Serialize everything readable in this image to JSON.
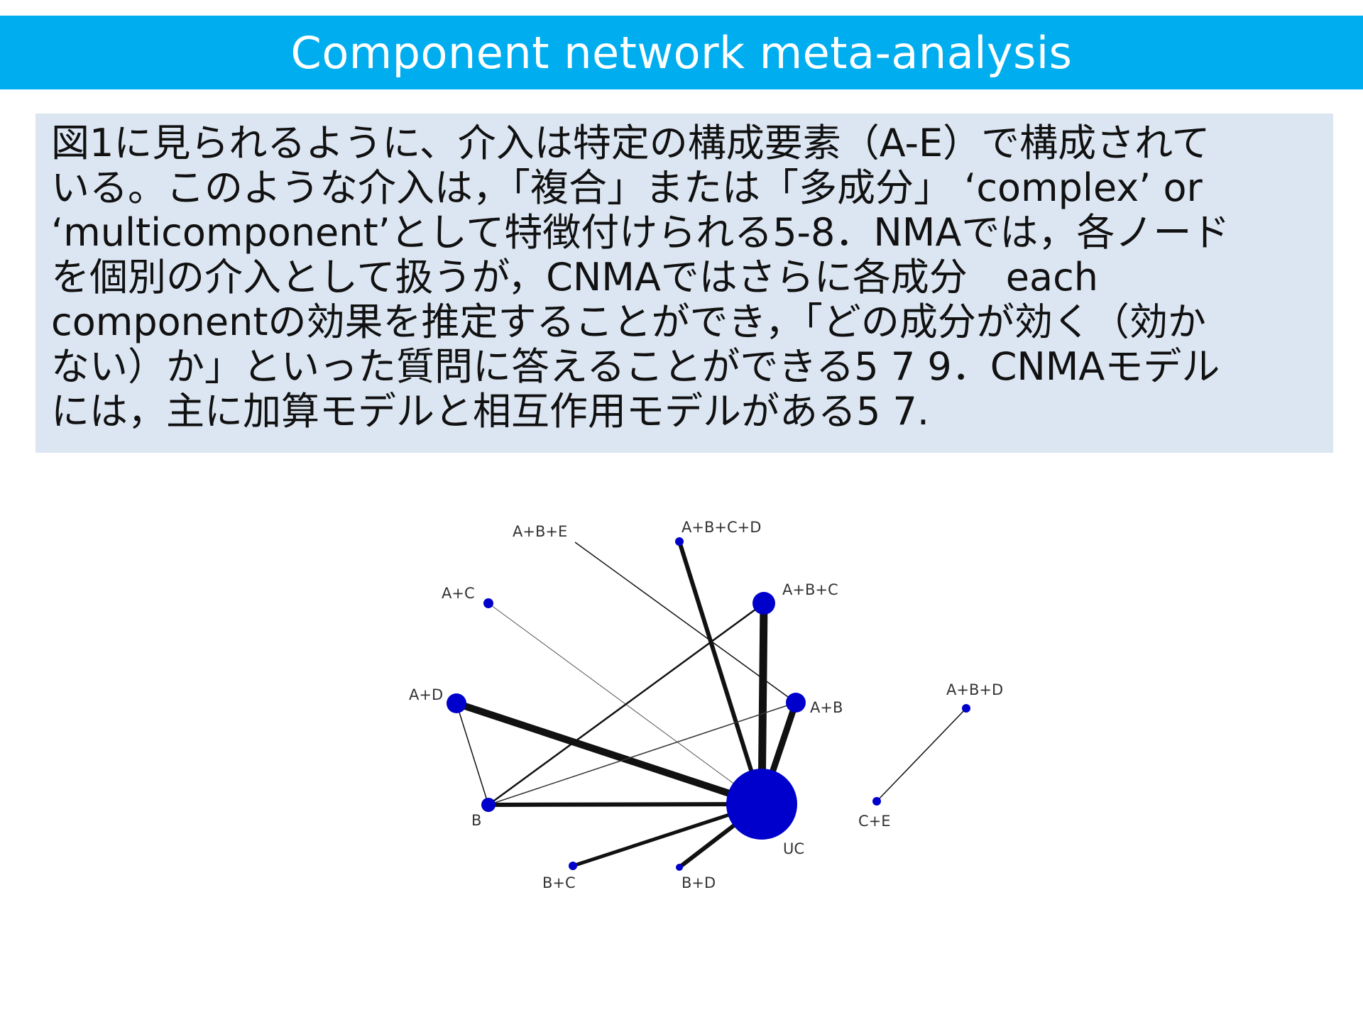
{
  "slide": {
    "title": "Component network meta-analysis",
    "paragraph_lines": [
      "図1に見られるように、介入は特定の構成要素（A-E）で構成されて",
      "いる。このような介入は，「複合」または「多成分」 ‘complex’ or",
      "‘multicomponent’として特徴付けられる5-8．NMAでは，各ノード",
      "を個別の介入として扱うが，CNMAではさらに各成分　each",
      "componentの効果を推定することができ，「どの成分が効く（効か",
      "ない）か」といった質問に答えることができる5 7 9．CNMAモデル",
      "には，主に加算モデルと相互作用モデルがある5 7."
    ]
  },
  "network": {
    "node_color": "#0000CC",
    "edge_color": "#111111",
    "nodes": [
      {
        "id": "A+B+E",
        "label": "A+B+E"
      },
      {
        "id": "A+B+C+D",
        "label": "A+B+C+D"
      },
      {
        "id": "A+C",
        "label": "A+C"
      },
      {
        "id": "A+B+C",
        "label": "A+B+C"
      },
      {
        "id": "A+D",
        "label": "A+D"
      },
      {
        "id": "A+B",
        "label": "A+B"
      },
      {
        "id": "B",
        "label": "B"
      },
      {
        "id": "UC",
        "label": "UC"
      },
      {
        "id": "B+C",
        "label": "B+C"
      },
      {
        "id": "B+D",
        "label": "B+D"
      },
      {
        "id": "A+B+D",
        "label": "A+B+D"
      },
      {
        "id": "C+E",
        "label": "C+E"
      }
    ],
    "edges": [
      {
        "from": "A+B+E",
        "to": "A+B"
      },
      {
        "from": "A+B+C+D",
        "to": "UC"
      },
      {
        "from": "A+C",
        "to": "UC"
      },
      {
        "from": "A+B+C",
        "to": "UC"
      },
      {
        "from": "A+B+C",
        "to": "B"
      },
      {
        "from": "A+D",
        "to": "UC"
      },
      {
        "from": "A+D",
        "to": "B"
      },
      {
        "from": "A+B",
        "to": "UC"
      },
      {
        "from": "A+B",
        "to": "B"
      },
      {
        "from": "B",
        "to": "UC"
      },
      {
        "from": "B+C",
        "to": "UC"
      },
      {
        "from": "B+D",
        "to": "UC"
      },
      {
        "from": "A+B+D",
        "to": "C+E"
      }
    ]
  }
}
